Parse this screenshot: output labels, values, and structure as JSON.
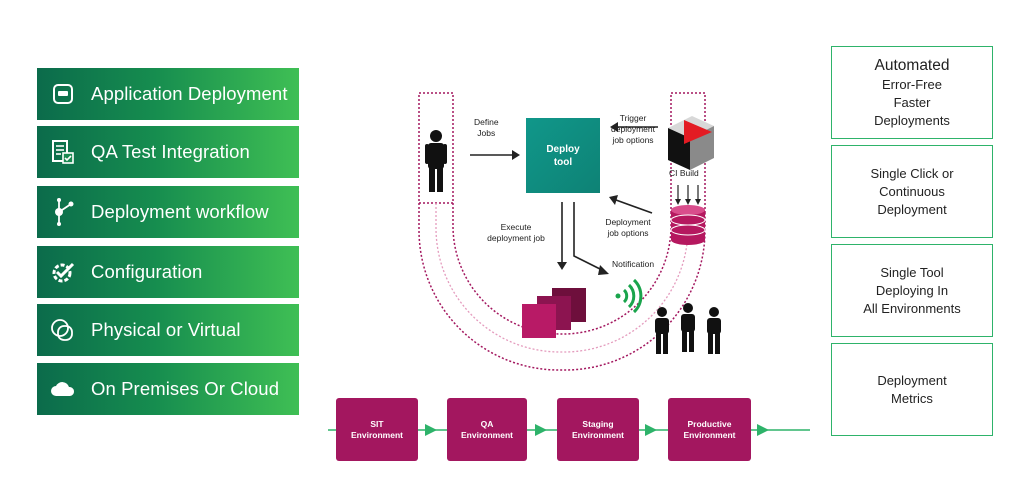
{
  "features": [
    {
      "label": "Application Deployment",
      "icon": "application-icon"
    },
    {
      "label": "QA Test Integration",
      "icon": "checklist-icon"
    },
    {
      "label": "Deployment workflow",
      "icon": "workflow-icon"
    },
    {
      "label": "Configuration",
      "icon": "gear-check-icon"
    },
    {
      "label": "Physical or Virtual",
      "icon": "overlap-circles-icon"
    },
    {
      "label": "On Premises Or Cloud",
      "icon": "cloud-icon"
    }
  ],
  "benefits": [
    {
      "heading": "Automated",
      "lines": [
        "Error-Free",
        "Faster",
        "Deployments"
      ]
    },
    {
      "lines": [
        "Single Click or",
        "Continuous",
        "Deployment"
      ]
    },
    {
      "lines": [
        "Single Tool",
        "Deploying In",
        "All Environments"
      ]
    },
    {
      "lines": [
        "Deployment",
        "Metrics"
      ]
    }
  ],
  "diagram": {
    "deploy_tool": [
      "Deploy",
      "tool"
    ],
    "define_jobs": [
      "Define",
      "Jobs"
    ],
    "trigger": [
      "Trigger",
      "deployment",
      "job options"
    ],
    "ci_build": "CI Build",
    "deployment_job_options": [
      "Deployment",
      "job options"
    ],
    "execute": [
      "Execute",
      "deployment job"
    ],
    "notification": "Notification"
  },
  "environments": [
    [
      "SIT",
      "Environment"
    ],
    [
      "QA",
      "Environment"
    ],
    [
      "Staging",
      "Environment"
    ],
    [
      "Productive",
      "Environment"
    ]
  ],
  "colors": {
    "green_start": "#0b6b4b",
    "green_end": "#3fbf54",
    "magenta": "#a3175f",
    "teal": "#10978a",
    "line_green": "#2eb36a"
  }
}
